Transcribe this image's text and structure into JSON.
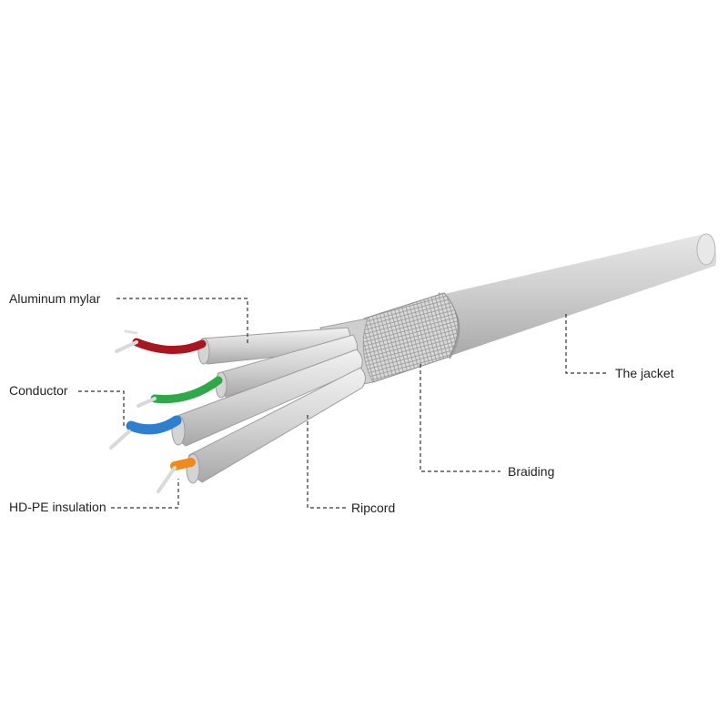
{
  "labels": {
    "aluminum_mylar": "Aluminum mylar",
    "conductor": "Conductor",
    "hdpe_insulation": "HD-PE insulation",
    "ripcord": "Ripcord",
    "braiding": "Braiding",
    "jacket": "The jacket"
  },
  "colors": {
    "jacket": "#c8c8c8",
    "mylar": "#d7d7d7",
    "pair_red": "#a8161f",
    "pair_green": "#2fa84a",
    "pair_blue": "#2e7fd0",
    "pair_orange": "#f08a1c",
    "leader_line": "#333333"
  }
}
